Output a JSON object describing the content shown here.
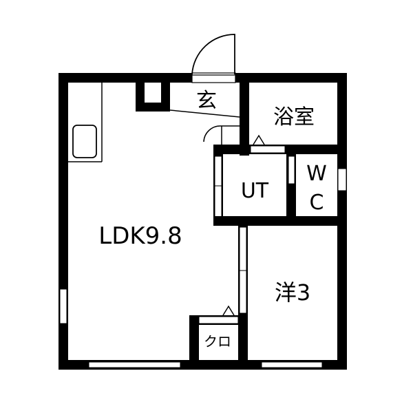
{
  "floorplan": {
    "colors": {
      "wall": "#000000",
      "background": "#ffffff",
      "line": "#000000"
    },
    "rooms": [
      {
        "id": "ldk",
        "label": "LDK9.8"
      },
      {
        "id": "entrance",
        "label": "玄"
      },
      {
        "id": "bathroom",
        "label": "浴室"
      },
      {
        "id": "utility",
        "label": "UT"
      },
      {
        "id": "toilet",
        "label_line1": "W",
        "label_line2": "C"
      },
      {
        "id": "western-room",
        "label": "洋3"
      },
      {
        "id": "closet",
        "label": "クロ"
      }
    ]
  }
}
